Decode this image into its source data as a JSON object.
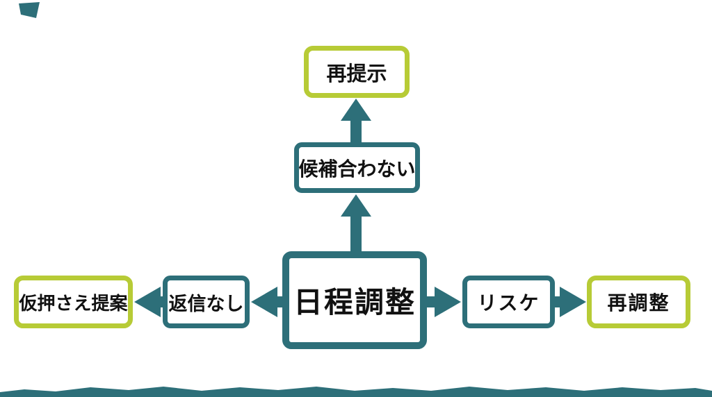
{
  "colors": {
    "teal": "#2d6f79",
    "green": "#b7cb36",
    "text": "#111111",
    "background": "#ffffff"
  },
  "nodes": {
    "center": "日程調整",
    "candidates_no_match": "候補合わない",
    "re_present": "再提示",
    "no_reply": "返信なし",
    "tentative_hold_proposal": "仮押さえ提案",
    "reschedule": "リスケ",
    "readjust": "再調整"
  }
}
